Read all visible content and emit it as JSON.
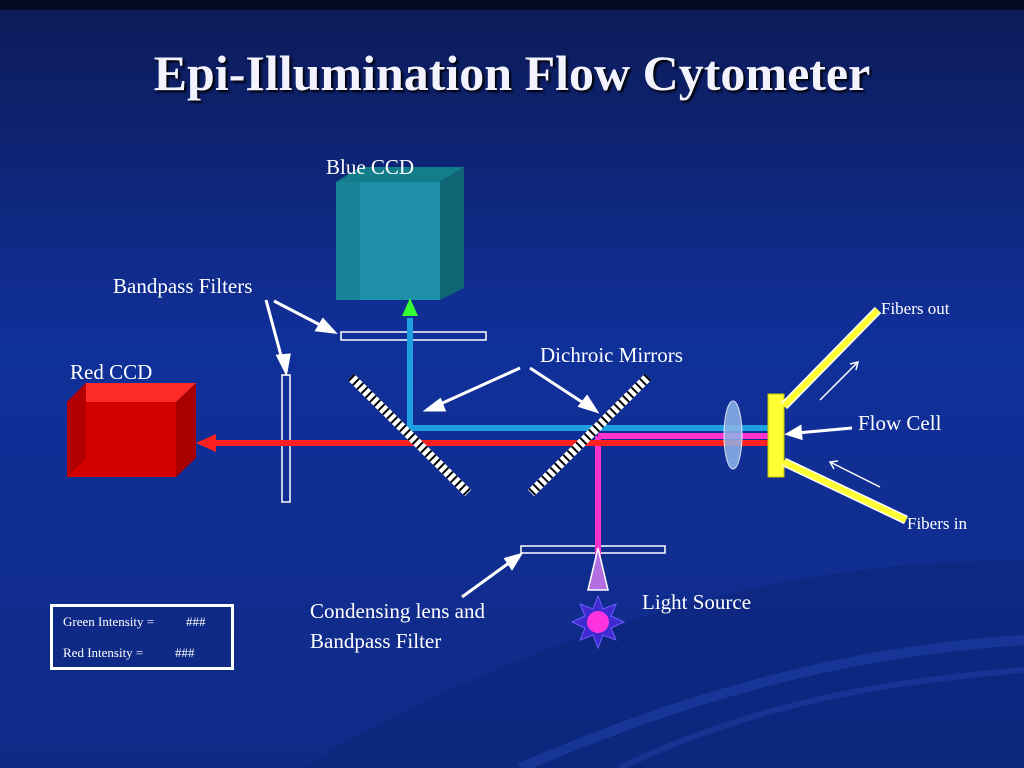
{
  "title": "Epi-Illumination Flow Cytometer",
  "labels": {
    "blue_ccd": "Blue CCD",
    "red_ccd": "Red CCD",
    "bandpass_filters": "Bandpass Filters",
    "dichroic_mirrors": "Dichroic Mirrors",
    "fibers_out": "Fibers out",
    "flow_cell": "Flow Cell",
    "fibers_in": "Fibers in",
    "light_source": "Light Source",
    "condensing_line1": "Condensing lens and",
    "condensing_line2": "Bandpass Filter"
  },
  "intensity_box": {
    "green_label": "Green Intensity =",
    "green_value": "###",
    "red_label": "Red Intensity =",
    "red_value": "###"
  },
  "colors": {
    "background": "#10309a",
    "blue_beam": "#1ea0e0",
    "red_beam": "#ff2020",
    "magenta_beam": "#ff33cc",
    "blue_ccd": "#1e8fa8",
    "red_ccd": "#d40000",
    "fiber": "#ffff33",
    "arrow_up": "#33ff33"
  }
}
